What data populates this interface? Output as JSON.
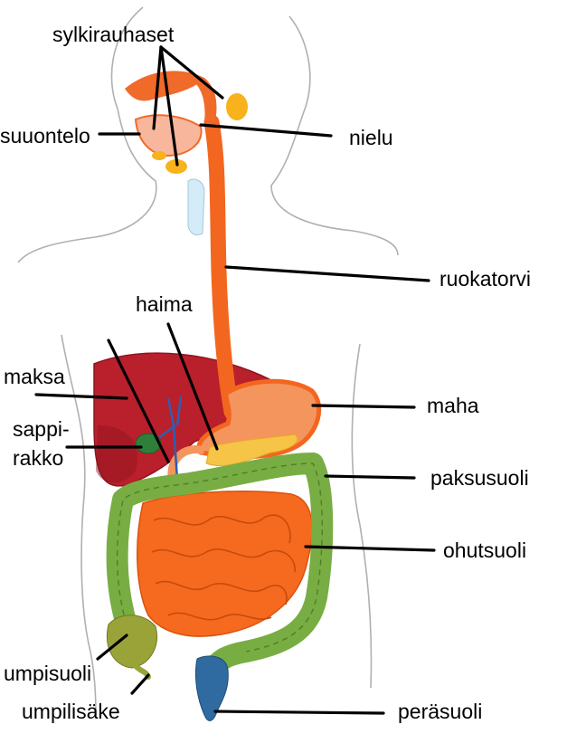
{
  "labels": {
    "sylkirauhaset": "sylkirauhaset",
    "suuontelo": "suuontelo",
    "nielu": "nielu",
    "ruokatorvi": "ruokatorvi",
    "haima": "haima",
    "maksa": "maksa",
    "sappirakko_1": "sappi-",
    "sappirakko_2": "rakko",
    "maha": "maha",
    "paksusuoli": "paksusuoli",
    "ohutsuoli": "ohutsuoli",
    "umpisuoli": "umpisuoli",
    "umpilisake": "umpilisäke",
    "perasuoli": "peräsuoli"
  },
  "colors": {
    "outline": "#b0b0b0",
    "oral": "#f06a2a",
    "salivary": "#f7b21c",
    "esophagus": "#f3661f",
    "stomach": "#f4955d",
    "liver": "#b9202b",
    "gallbladder": "#2f7f3a",
    "bile_duct": "#2b5fb4",
    "pancreas": "#f6c447",
    "colon": "#78ad43",
    "small_intestine": "#f56a1e",
    "rectum": "#2f6aa0",
    "leader": "#000000"
  }
}
